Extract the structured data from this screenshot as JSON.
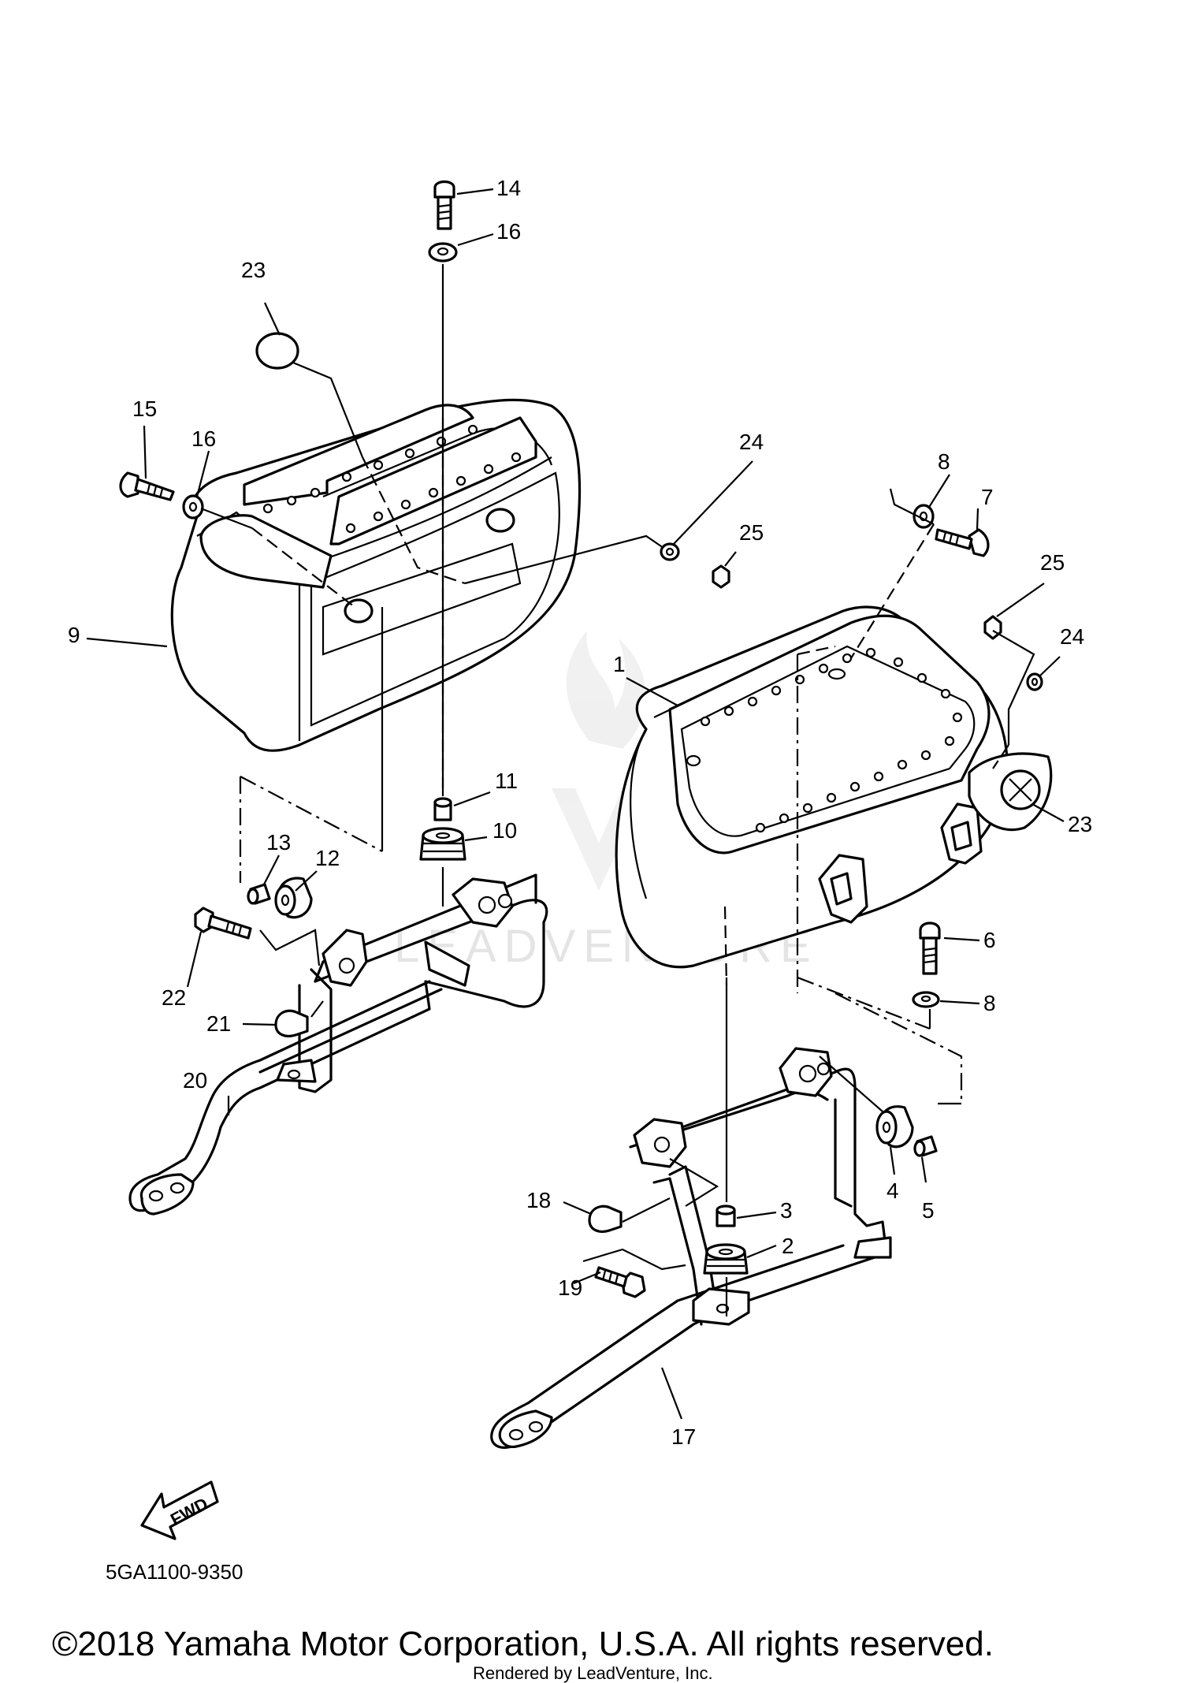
{
  "diagram": {
    "callouts": {
      "n1": "1",
      "n2": "2",
      "n3": "3",
      "n4": "4",
      "n5": "5",
      "n6": "6",
      "n7": "7",
      "n8a": "8",
      "n8b": "8",
      "n9": "9",
      "n10": "10",
      "n11": "11",
      "n12": "12",
      "n13": "13",
      "n14": "14",
      "n15": "15",
      "n16a": "16",
      "n16b": "16",
      "n17": "17",
      "n18": "18",
      "n19": "19",
      "n20": "20",
      "n21": "21",
      "n22": "22",
      "n23a": "23",
      "n23b": "23",
      "n24a": "24",
      "n24b": "24",
      "n25a": "25",
      "n25b": "25"
    },
    "direction_label": "FWD",
    "drawing_code": "5GA1100-9350",
    "watermark_text": "LEADVENTURE",
    "copyright": "©2018 Yamaha Motor Corporation, U.S.A. All rights reserved.",
    "rendered_by": "Rendered by LeadVenture, Inc."
  }
}
